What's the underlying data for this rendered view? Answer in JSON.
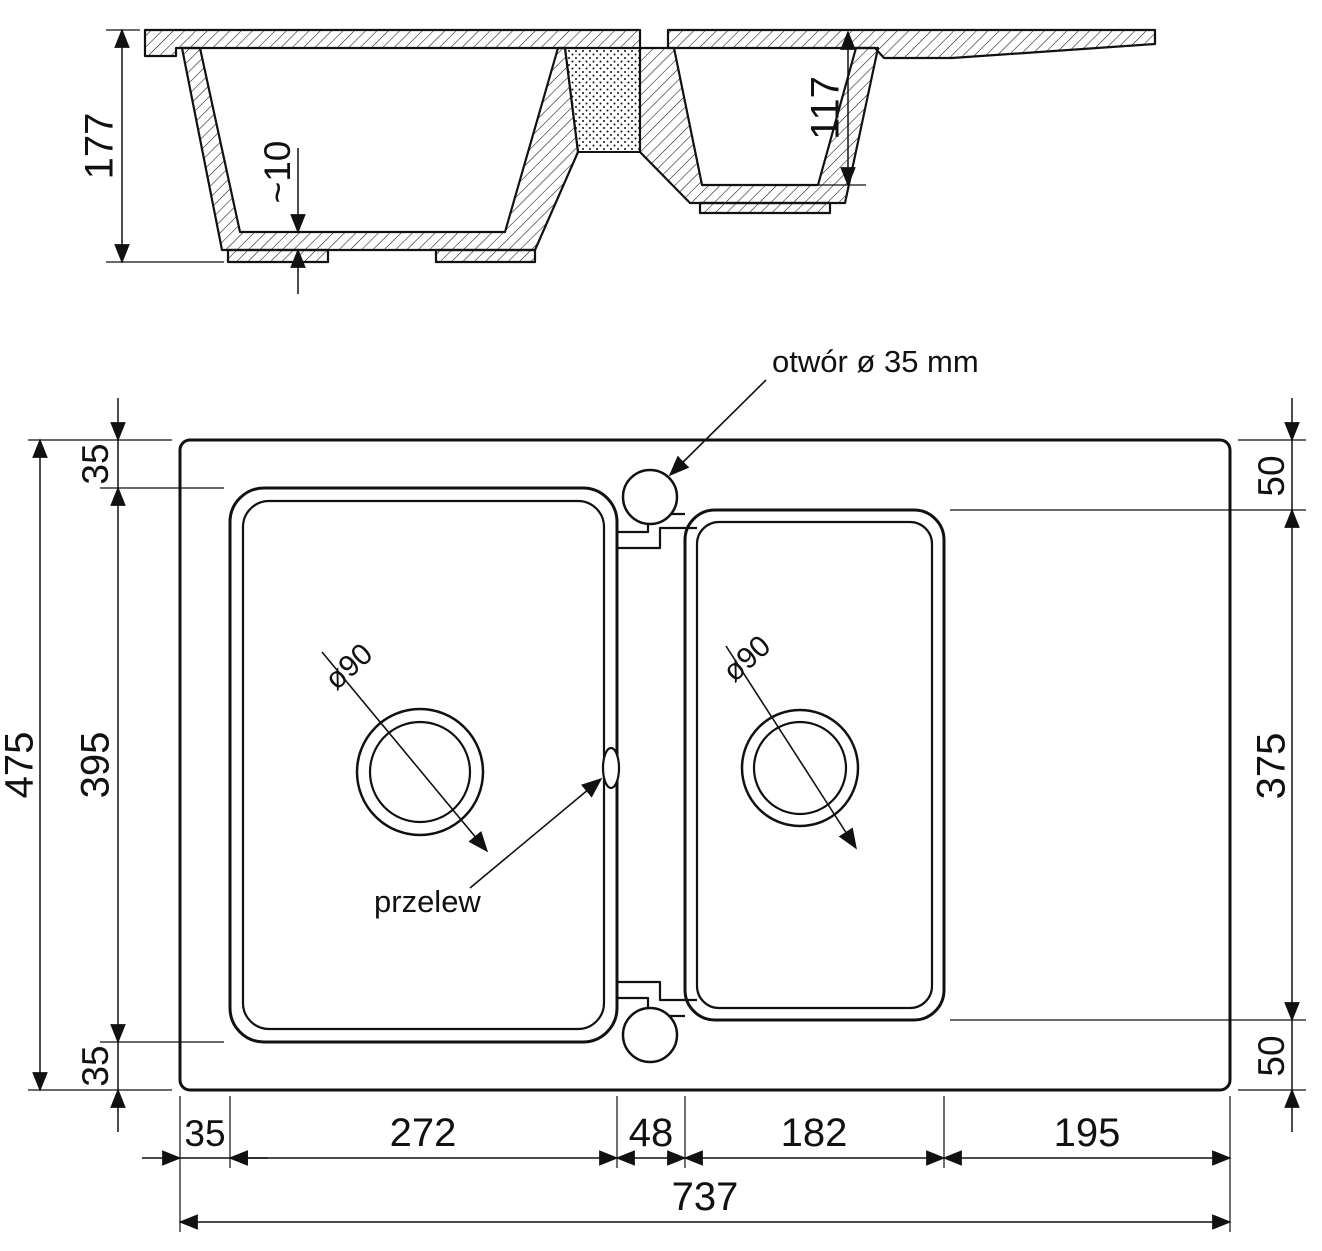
{
  "drawing": {
    "section": {
      "dim_depth_left": "177",
      "dim_bottom_thickness": "~10",
      "dim_depth_right": "117"
    },
    "plan": {
      "label_tap_hole": "otwór ø 35 mm",
      "label_overflow": "przelew",
      "label_drain_left": "ø90",
      "label_drain_right": "ø90",
      "dim_total_height": "475",
      "dim_left_margin_top": "35",
      "dim_bowl_left_height": "395",
      "dim_left_margin_bottom": "35",
      "dim_right_margin_top": "50",
      "dim_bowl_right_height": "375",
      "dim_right_margin_bottom": "50",
      "dim_bottom_left_margin": "35",
      "dim_bowl_left_width": "272",
      "dim_divider_width": "48",
      "dim_bowl_right_width": "182",
      "dim_drainer_width": "195",
      "dim_total_width": "737"
    },
    "colors": {
      "line": "#111111",
      "background": "#ffffff"
    }
  }
}
